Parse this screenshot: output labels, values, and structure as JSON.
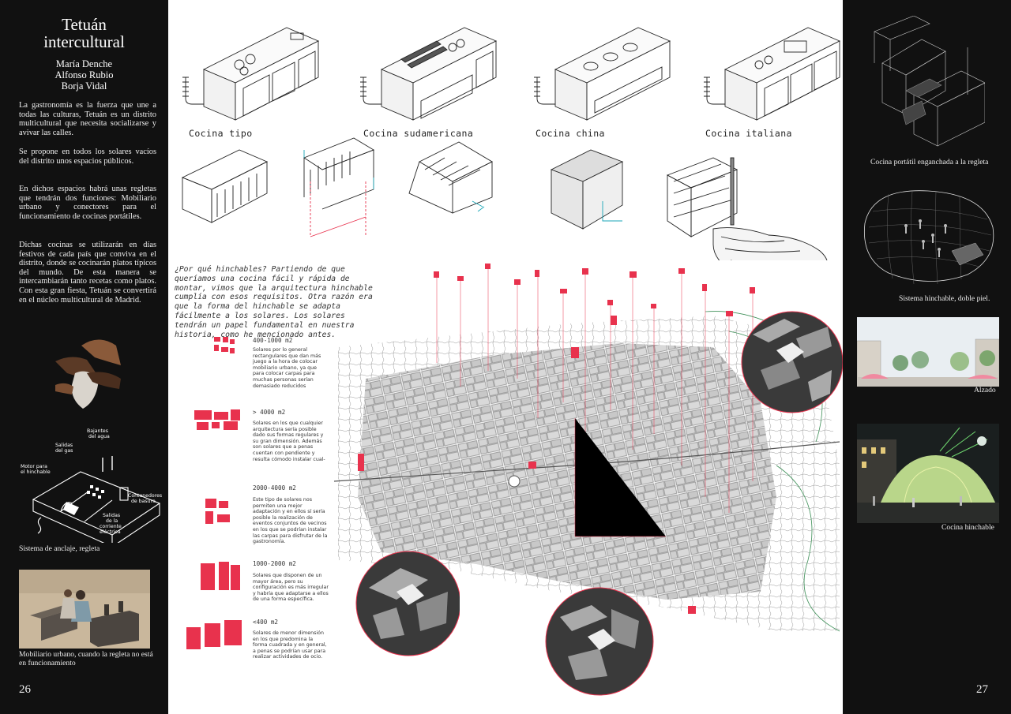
{
  "left": {
    "title_line1": "Tetuán",
    "title_line2": "intercultural",
    "authors": [
      "María Denche",
      "Alfonso Rubio",
      "Borja Vidal"
    ],
    "paragraphs": [
      "La gastronomía es la fuerza que une a todas las culturas, Tetuán es un distrito multicultural que necesita socializarse y avivar las calles.",
      "Se propone en todos los solares vacíos del distrito unos espacios públicos.",
      "En dichos espacios habrá unas regletas que tendrán dos funciones: Mobiliario urbano y conectores para el funcionamiento de cocinas portátiles.",
      "Dichas cocinas se utilizarán en días festivos de cada país que conviva en el distrito, donde se cocinarán platos típicos del mundo. De esta manera se intercambiarán tanto recetas como platos. Con esta gran fiesta, Tetuán se convertirá en el núcleo multicultural de Madrid."
    ],
    "diagram_labels": {
      "bajantes": [
        "Bajantes",
        "del agua"
      ],
      "salidas_gas": [
        "Salidas",
        "del gas"
      ],
      "motor": [
        "Motor para",
        "el hinchable"
      ],
      "contenedores": [
        "Contenedores",
        "de basura"
      ],
      "salidas_corriente": [
        "Salidas",
        "de la",
        "corriente",
        "eléctrica"
      ]
    },
    "caption_regleta": "Sistema de anclaje, regleta",
    "caption_mobiliario": "Mobiliario urbano, cuando la regleta no está en funcionamiento",
    "page_number": "26"
  },
  "center": {
    "kitchens": [
      "Cocina tipo",
      "Cocina sudamericana",
      "Cocina china",
      "Cocina italiana"
    ],
    "why_inflatables": "¿Por qué hinchables? Partiendo de que queríamos una cocina fácil y rápida de montar, vimos que la arquitectura hinchable cumplía con esos requisitos. Otra razón era que la forma del hinchable se adapta fácilmente a los solares. Los solares tendrán un papel fundamental en nuestra historia, como he mencionado antes.",
    "plots": [
      {
        "size": "400-1000 m2",
        "desc": "Solares por lo general rectangulares que dan más juego a la hora de colocar mobiliario urbano, ya que para colocar carpas para muchas personas serían demasiado reducidos"
      },
      {
        "size": "> 4000 m2",
        "desc": "Solares en los que cualquier arquitectura sería posible dado sus formas regulares y su gran dimensión. Además son solares que a penas cuentan con pendiente y resulta cómodo instalar cual-"
      },
      {
        "size": "2000-4000 m2",
        "desc": "Este tipo de solares nos permiten una mejor adaptación y en ellos sí sería posible la realización de eventos conjuntos de vecinos en los que se podrían instalar las carpas para disfrutar de la gastronomía."
      },
      {
        "size": "1000-2000 m2",
        "desc": "Solares que disponen de un mayor área, pero su configuración es más irregular y habría que adaptarse a ellos de una forma específica."
      },
      {
        "size": "<400 m2",
        "desc": "Solares de menor dimensión en los que predomina la forma cuadrada y en general, a penas se podrían usar para realizar actividades de ocio."
      }
    ]
  },
  "right": {
    "caption_portatil": "Cocina portátil  enganchada a la regleta",
    "caption_hinchable_sistema": "Sistema hinchable, doble piel.",
    "caption_alzado": "Alzado",
    "caption_cocina_hinchable": "Cocina hinchable",
    "page_number": "27"
  },
  "colors": {
    "panel_bg": "#111111",
    "accent_red": "#e8324d",
    "accent_cyan": "#1aa6b7"
  }
}
